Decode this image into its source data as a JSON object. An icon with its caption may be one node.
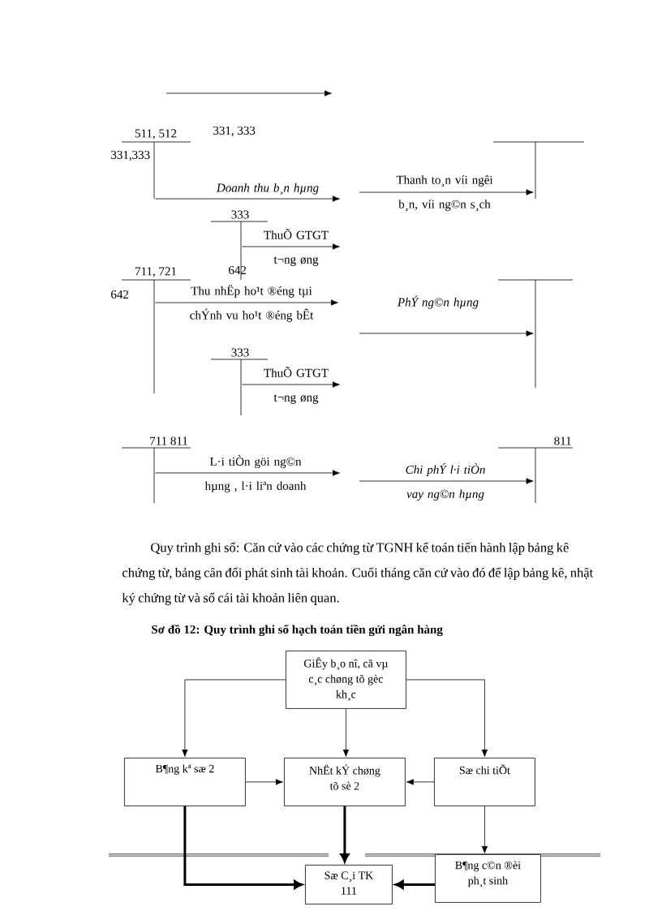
{
  "diagram": {
    "title": "Sơ đồ 12: Quy trình ghi sổ hạch toán tiền gửi ngân hàng",
    "nodes": [
      {
        "text": [
          "511, 512"
        ]
      },
      {
        "text": [],
        "shape": "bar"
      },
      {
        "text": [
          "333"
        ]
      },
      {
        "text": [
          "711, 721"
        ]
      },
      {
        "text": [],
        "shape": "bar"
      },
      {
        "text": [
          "333"
        ]
      },
      {
        "text": [
          "711 811"
        ]
      },
      {
        "text": [
          "811"
        ]
      },
      {
        "text": [
          "GiÊy b¸o nî, cã vµ c¸c chøng tõ gèc kh¸c"
        ]
      },
      {
        "text": [
          "B¶ng kª sæ 2"
        ]
      },
      {
        "text": [
          "NhËt kÝ chøng tõ sè 2"
        ]
      },
      {
        "text": [
          "Sæ chi tiÕt"
        ]
      },
      {
        "text": [
          "Sæ C¸i TK 111"
        ]
      },
      {
        "text": [
          "B¶ng c©n ®èi ph¸t sinh"
        ]
      }
    ],
    "edges": [
      {
        "from": 0,
        "to": null,
        "arrow": "to",
        "label": "Doanh thu b¸n hµng"
      },
      {
        "from": null,
        "to": 1,
        "arrow": "to",
        "label": "Thanh to¸n víi ngêi b¸n, víi ng©n s¸ch"
      },
      {
        "from": 2,
        "to": null,
        "arrow": "to",
        "label": "ThuÕ GTGT t¬ng øng"
      },
      {
        "from": 3,
        "to": null,
        "arrow": "to",
        "label": "Thu nhËp ho¹t ®éng tµi chÝnh vu ho¹t ®éng bÊt"
      },
      {
        "from": null,
        "to": 4,
        "arrow": "to",
        "label": "PhÝ ng©n hµng"
      },
      {
        "from": 5,
        "to": null,
        "arrow": "to",
        "label": "ThuÕ GTGT t¬ng øng"
      },
      {
        "from": 6,
        "to": null,
        "arrow": "to",
        "label": "L·i tiÒn göi ng©n hµng , l·i liªn doanh"
      },
      {
        "from": null,
        "to": 7,
        "arrow": "to",
        "label": "Chi phÝ l·i tiÒn vay ng©n hµng"
      },
      {
        "from": 8,
        "to": 9,
        "arrow": "to"
      },
      {
        "from": 8,
        "to": 10,
        "arrow": "to"
      },
      {
        "from": 8,
        "to": 11,
        "arrow": "to"
      },
      {
        "from": 9,
        "to": 10,
        "arrow": "to"
      },
      {
        "from": 11,
        "to": 10,
        "arrow": "to"
      },
      {
        "from": 9,
        "to": 12,
        "arrow": "to",
        "style": "thick"
      },
      {
        "from": 10,
        "to": 12,
        "arrow": "to",
        "style": "thick"
      },
      {
        "from": 11,
        "to": 13,
        "arrow": "to"
      },
      {
        "from": 13,
        "to": 12,
        "arrow": "to",
        "style": "thick"
      }
    ],
    "labels": [
      "331, 333",
      "331,333",
      "642",
      "642",
      "Quy trình ghi sổ: Căn cứ vào các chứng từ TGNH kế toán tiến hành lập bảng kê chứng từ, bảng cân đối phát sinh tài khoản. Cuối tháng căn cứ vào đó để lập bảng kê, nhật ký chứng từ và sổ cái tài khoản liên quan."
    ]
  }
}
